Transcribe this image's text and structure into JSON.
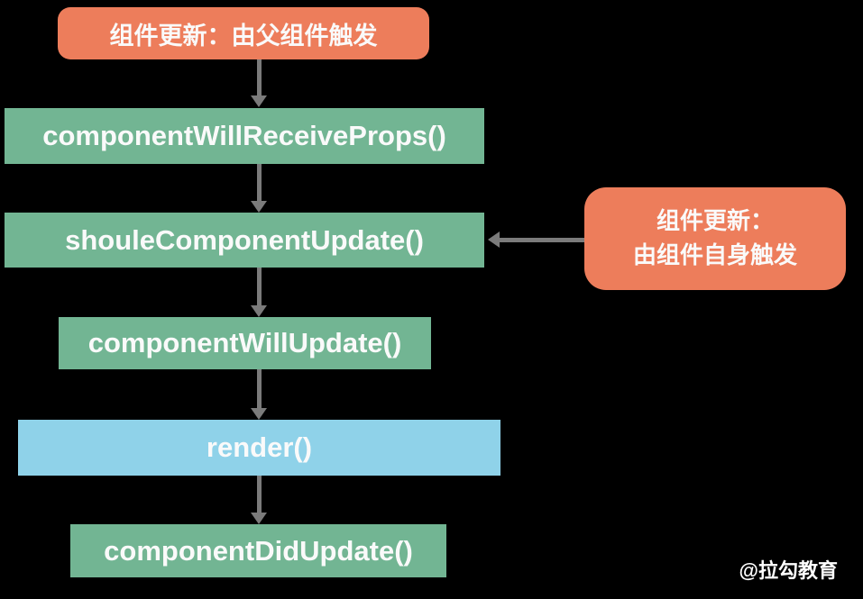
{
  "diagram": {
    "type": "flowchart",
    "topic": "React component update lifecycle",
    "background_color": "#000000",
    "colors": {
      "trigger_box": "#ED7D5B",
      "lifecycle_box": "#72B593",
      "render_box": "#8FD2E9",
      "arrow": "#7B7B7B",
      "text": "#FAFAFA"
    },
    "nodes": {
      "parent_trigger": "组件更新：由父组件触发",
      "will_receive_props": "componentWillReceiveProps()",
      "should_update": "shouleComponentUpdate()",
      "will_update": "componentWillUpdate()",
      "render": "render()",
      "did_update": "componentDidUpdate()",
      "self_trigger_line1": "组件更新：",
      "self_trigger_line2": "由组件自身触发"
    },
    "edges": [
      {
        "from": "parent_trigger",
        "to": "will_receive_props",
        "direction": "down"
      },
      {
        "from": "will_receive_props",
        "to": "should_update",
        "direction": "down"
      },
      {
        "from": "should_update",
        "to": "will_update",
        "direction": "down"
      },
      {
        "from": "will_update",
        "to": "render",
        "direction": "down"
      },
      {
        "from": "render",
        "to": "did_update",
        "direction": "down"
      },
      {
        "from": "self_trigger",
        "to": "should_update",
        "direction": "left"
      }
    ]
  },
  "watermark": "@拉勾教育"
}
